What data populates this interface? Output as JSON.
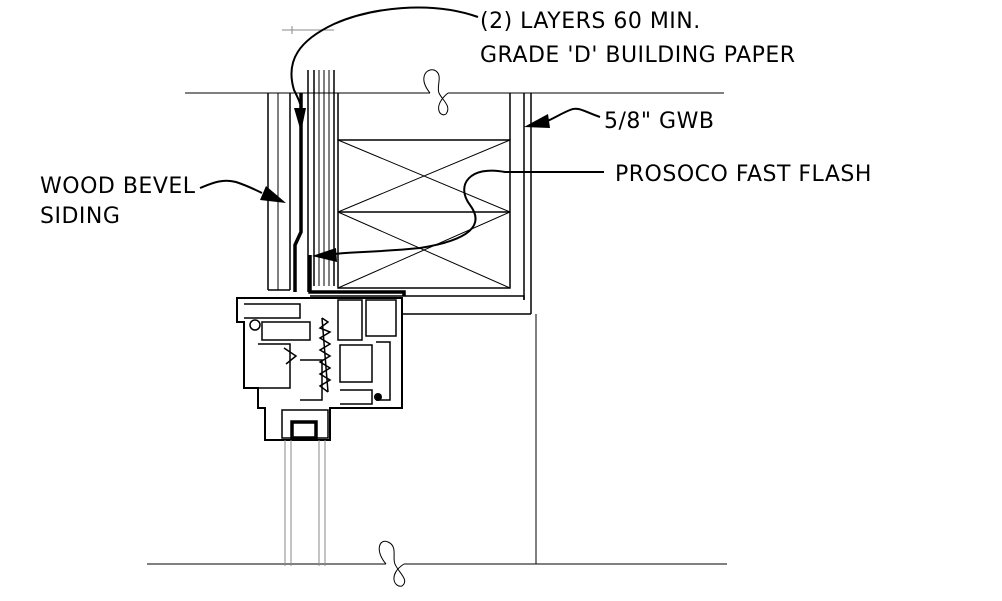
{
  "annotations": {
    "building_paper_line1": "(2) LAYERS 60 MIN.",
    "building_paper_line2": "GRADE 'D' BUILDING PAPER",
    "gwb": "5/8\" GWB",
    "flashing": "PROSOCO FAST FLASH",
    "siding_line1": "WOOD BEVEL",
    "siding_line2": "SIDING"
  },
  "colors": {
    "linework": "#000000",
    "glazing": "#8a8a8a",
    "background": "#ffffff"
  }
}
